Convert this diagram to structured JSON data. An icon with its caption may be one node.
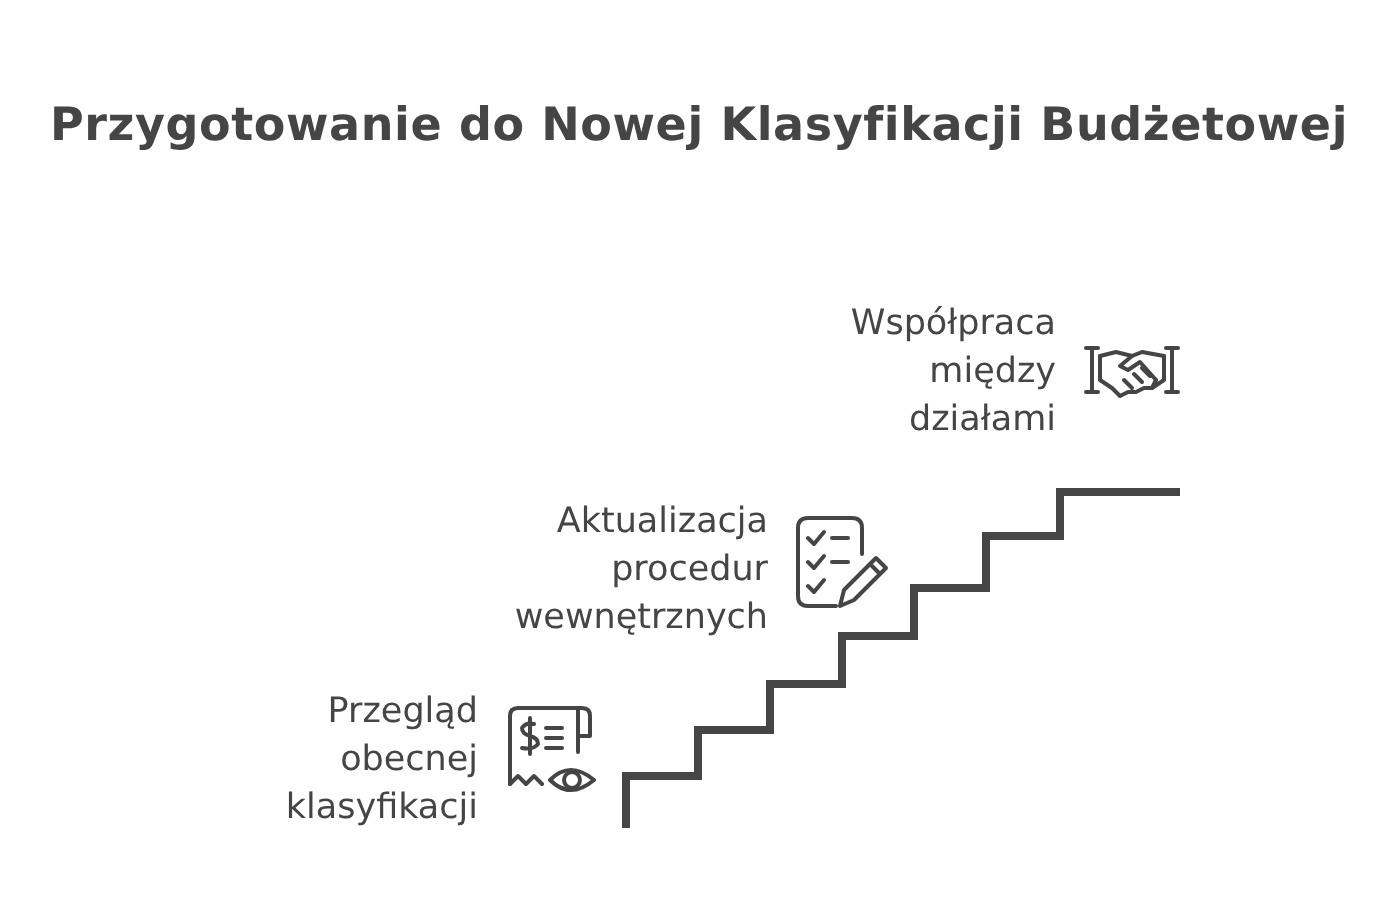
{
  "diagram": {
    "title": "Przygotowanie do Nowej Klasyfikacji Budżetowej",
    "labels": [
      "Współpraca między działami",
      "Aktualizacja procedur wewnętrznych",
      "Przegląd obecnej klasyfikacji"
    ]
  }
}
